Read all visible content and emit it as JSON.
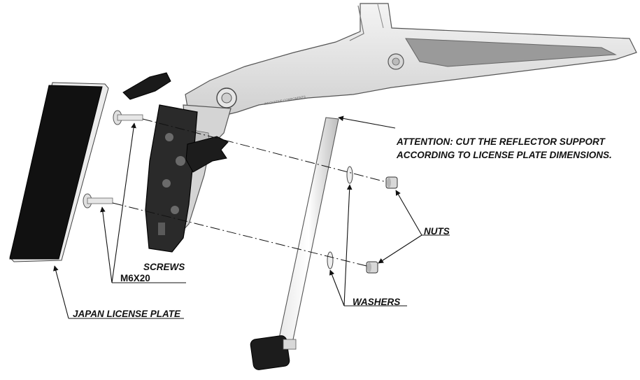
{
  "labels": {
    "attention_key": "ATTENTION:",
    "attention_line1": " CUT THE REFLECTOR SUPPORT",
    "attention_line2": "ACCORDING TO LICENSE PLATE DIMENSIONS.",
    "nuts": "NUTS",
    "washers": "WASHERS",
    "screws": "SCREWS",
    "screw_size": "M6X20",
    "license_plate": "JAPAN LICENSE PLATE",
    "embossed_brand": "INNOVATIVE COMPONENTS"
  }
}
